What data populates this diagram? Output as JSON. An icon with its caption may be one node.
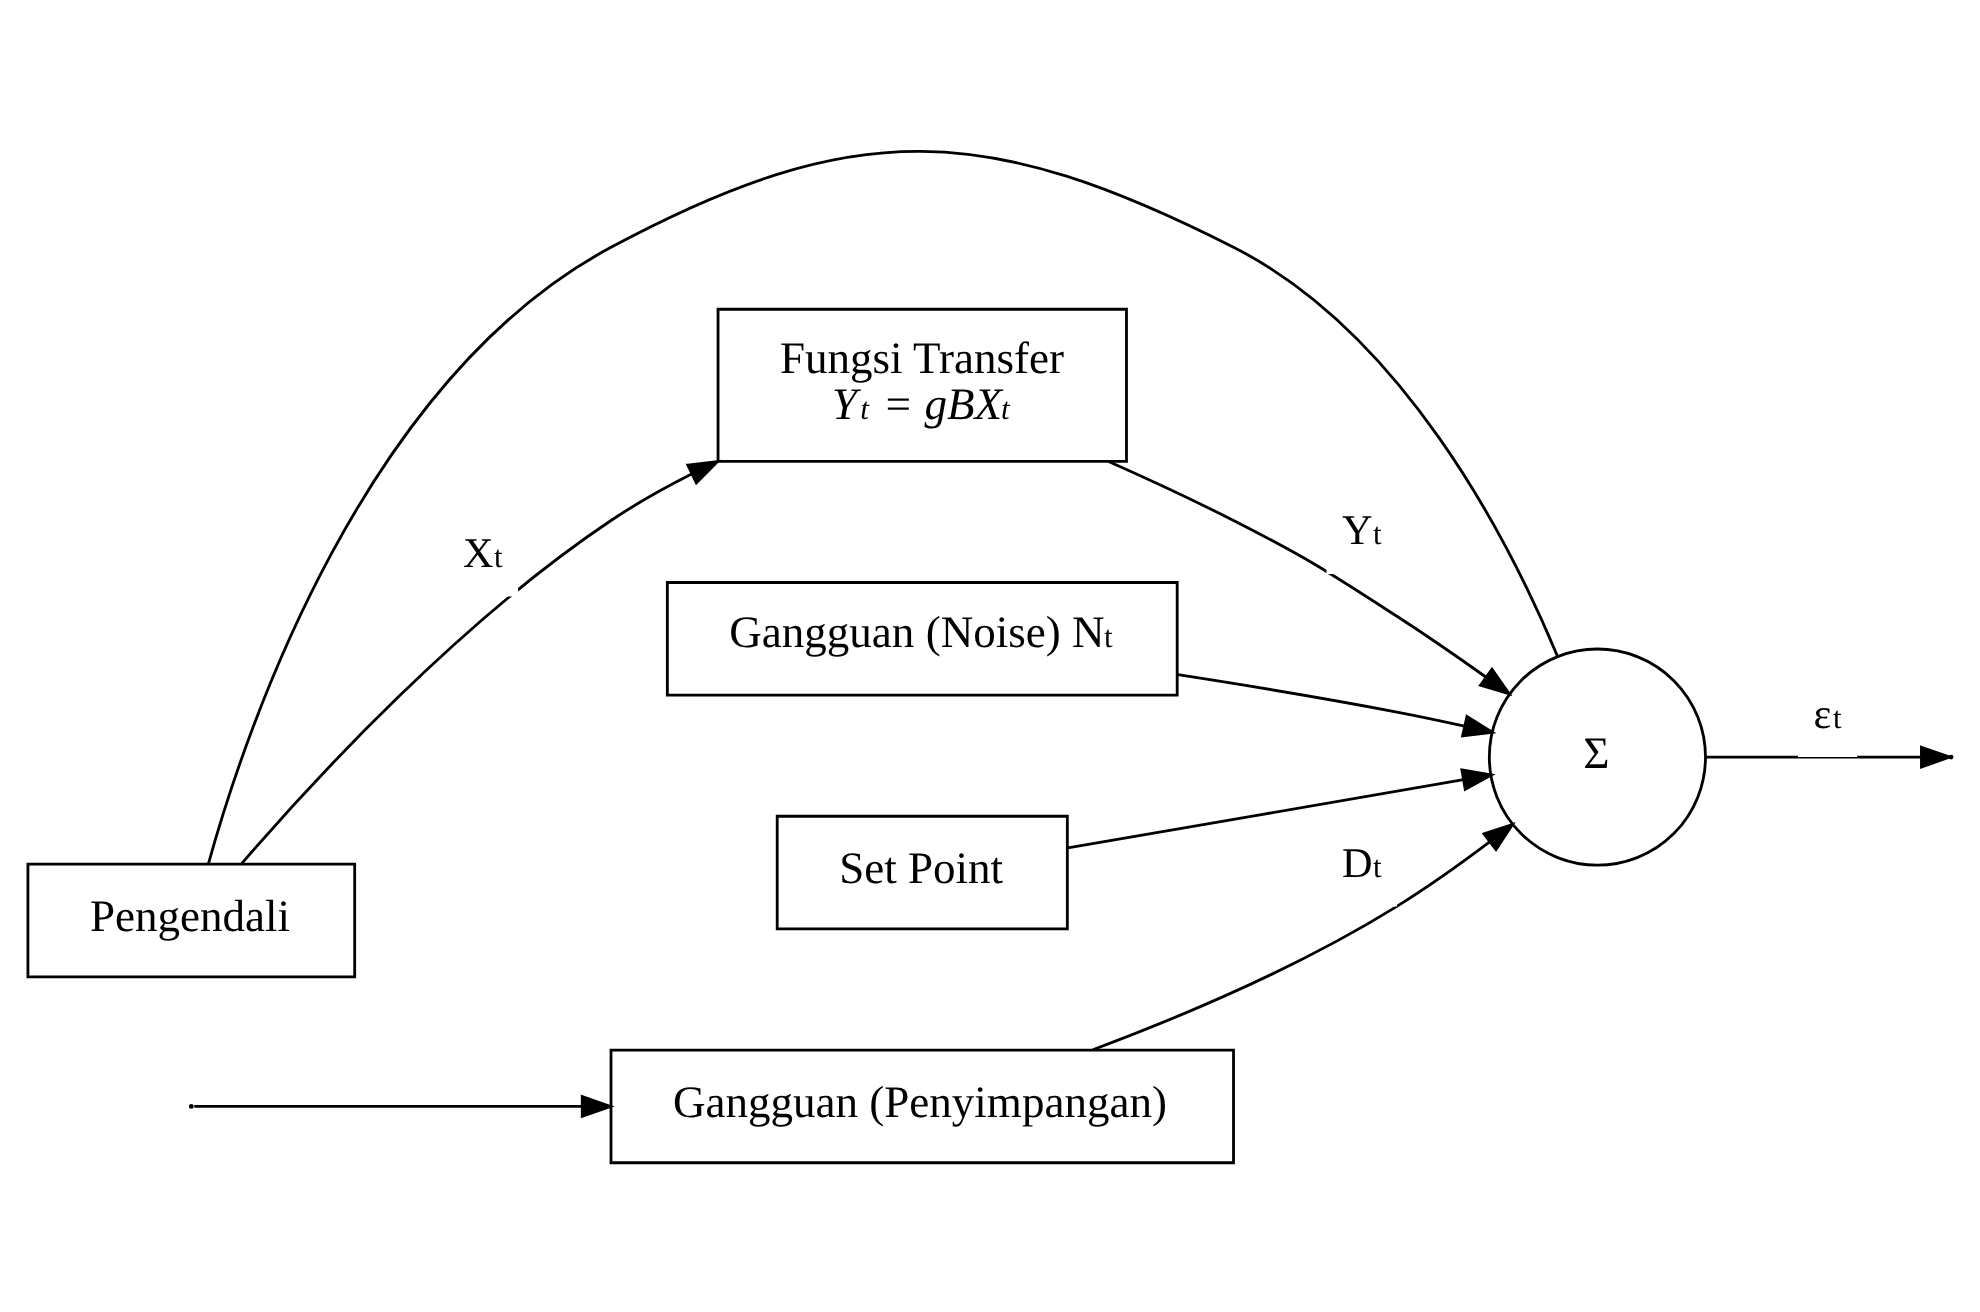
{
  "diagram": {
    "nodes": [
      {
        "text": [
          "Gangguan (Penyimpangan)"
        ]
      },
      {
        "text": [
          "Fungsi Transfer",
          "Y$_{t}$ = gBX$_{t}$"
        ]
      },
      {
        "text": [
          "Gangguan (Noise) N$_{t}$"
        ]
      },
      {
        "text": [
          "Σ"
        ]
      },
      {
        "text": [
          "Set Point"
        ]
      },
      {
        "text": [
          "Pengendali"
        ]
      }
    ],
    "edges": [
      {
        "from": null,
        "to": 0,
        "arrow": "to"
      },
      {
        "from": 0,
        "to": 3,
        "arrow": "to",
        "label": "D$_{t}$"
      },
      {
        "from": 1,
        "to": 3,
        "arrow": "to",
        "label": "Y$_{t}$"
      },
      {
        "from": 2,
        "to": 3,
        "arrow": "to"
      },
      {
        "from": 4,
        "to": 3,
        "arrow": "to"
      },
      {
        "from": 3,
        "to": null,
        "arrow": "to",
        "label": "ε$_{t}$"
      },
      {
        "from": 3,
        "to": 5,
        "arrow": "none"
      },
      {
        "from": 5,
        "to": 1,
        "arrow": "to",
        "label": "X$_{t}$"
      }
    ]
  }
}
